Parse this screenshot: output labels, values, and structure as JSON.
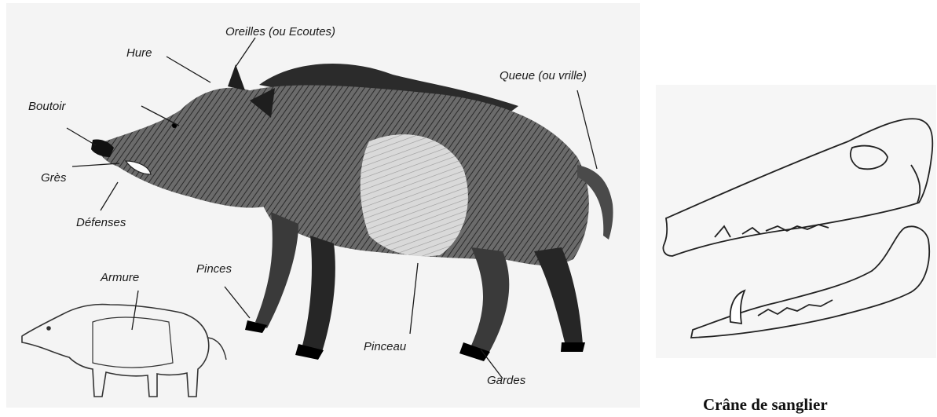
{
  "labels": {
    "oreilles": "Oreilles (ou Ecoutes)",
    "hure": "Hure",
    "queue": "Queue (ou vrille)",
    "boutoir": "Boutoir",
    "gres": "Grès",
    "defenses": "Défenses",
    "armure": "Armure",
    "pinces": "Pinces",
    "pinceau": "Pinceau",
    "gardes": "Gardes"
  },
  "caption": "Crâne de sanglier",
  "colors": {
    "ink": "#1a1a1a",
    "fur": "#555555",
    "belly": "#d8d8d8",
    "background": "#f4f4f4"
  }
}
